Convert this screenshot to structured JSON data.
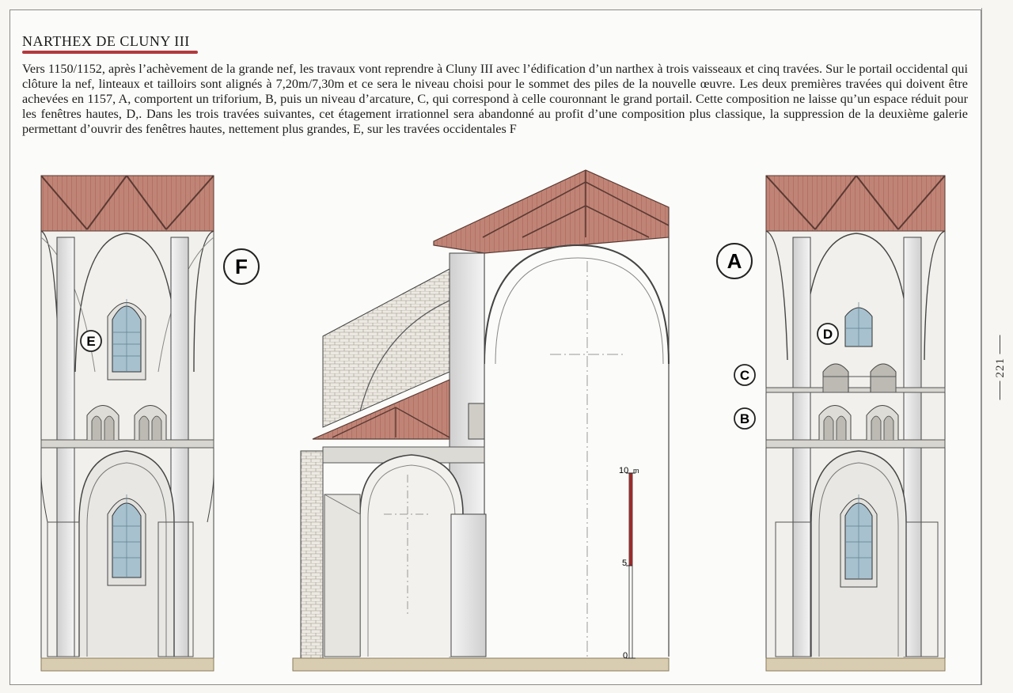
{
  "document": {
    "title": "NARTHEX DE CLUNY III",
    "body": "Vers 1150/1152, après l’achèvement de la grande nef, les travaux vont reprendre à Cluny III avec l’édification d’un narthex à trois vaisseaux et cinq travées. Sur le portail occidental qui clôture la nef, linteaux et tailloirs sont alignés à 7,20m/7,30m et ce sera le niveau choisi pour le sommet des piles de la nouvelle œuvre. Les deux premières travées qui doivent être achevées en 1157, A, comportent un triforium, B, puis un niveau d’arcature, C, qui correspond à celle couronnant le grand portail. Cette composition ne laisse qu’un espace réduit pour les fenêtres hautes, D,. Dans les trois travées suivantes, cet étagement irrationnel sera abandonné au profit d’une composition plus classique, la suppression de la deuxième galerie permettant d’ouvrir des fenêtres hautes, nettement plus grandes, E, sur les travées occidentales F",
    "page_number": "221"
  },
  "figure": {
    "labels": {
      "F": "F",
      "E": "E",
      "A": "A",
      "D": "D",
      "C": "C",
      "B": "B"
    },
    "scale": {
      "top": "10",
      "unit": "m",
      "middle": "5",
      "bottom": "0"
    },
    "colors": {
      "roof": "#b9776a",
      "ink": "#3a3a3a",
      "stone": "#e9e7e2",
      "ground": "#c9b896",
      "accent_rule": "#b23a3e"
    }
  }
}
